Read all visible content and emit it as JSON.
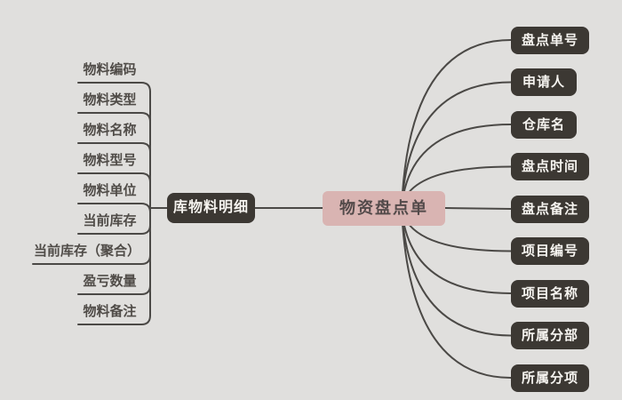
{
  "colors": {
    "background": "#e0dfdd",
    "line": "#4b4946",
    "dark_node_bg": "#3c3833",
    "dark_node_text": "#f6f4f0",
    "center_node_bg": "#d9b4b2",
    "center_node_text": "#534a4a",
    "left_label_text": "#504c48"
  },
  "center": {
    "label": "物资盘点单"
  },
  "left_branch": {
    "label": "库物料明细",
    "children": [
      {
        "label": "物料编码"
      },
      {
        "label": "物料类型"
      },
      {
        "label": "物料名称"
      },
      {
        "label": "物料型号"
      },
      {
        "label": "物料单位"
      },
      {
        "label": "当前库存"
      },
      {
        "label": "当前库存（聚合）"
      },
      {
        "label": "盈亏数量"
      },
      {
        "label": "物料备注"
      }
    ]
  },
  "right_children": [
    {
      "label": "盘点单号"
    },
    {
      "label": "申请人"
    },
    {
      "label": "仓库名"
    },
    {
      "label": "盘点时间"
    },
    {
      "label": "盘点备注"
    },
    {
      "label": "项目编号"
    },
    {
      "label": "项目名称"
    },
    {
      "label": "所属分部"
    },
    {
      "label": "所属分项"
    }
  ]
}
